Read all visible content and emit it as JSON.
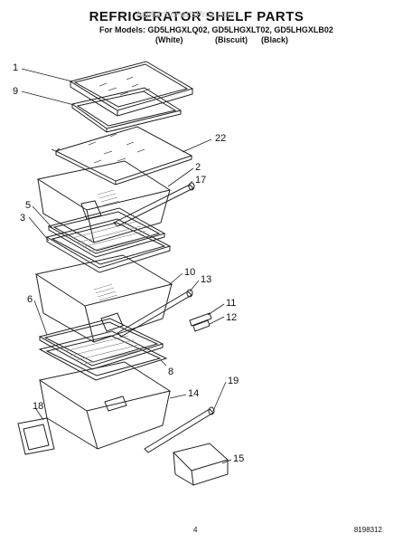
{
  "header": {
    "title": "REFRIGERATOR SHELF PARTS",
    "watermark": "AppliancePartsPros.com",
    "models_line": "For Models: GD5LHGXLQ02, GD5LHGXLT02, GD5LHGXLB02",
    "variants": [
      "(White)",
      "(Biscuit)",
      "(Black)"
    ]
  },
  "callouts": [
    "1",
    "9",
    "22",
    "2",
    "17",
    "5",
    "3",
    "10",
    "13",
    "11",
    "12",
    "6",
    "8",
    "14",
    "18",
    "19",
    "15"
  ],
  "footer": {
    "page": "4",
    "doc_number": "8198312"
  }
}
